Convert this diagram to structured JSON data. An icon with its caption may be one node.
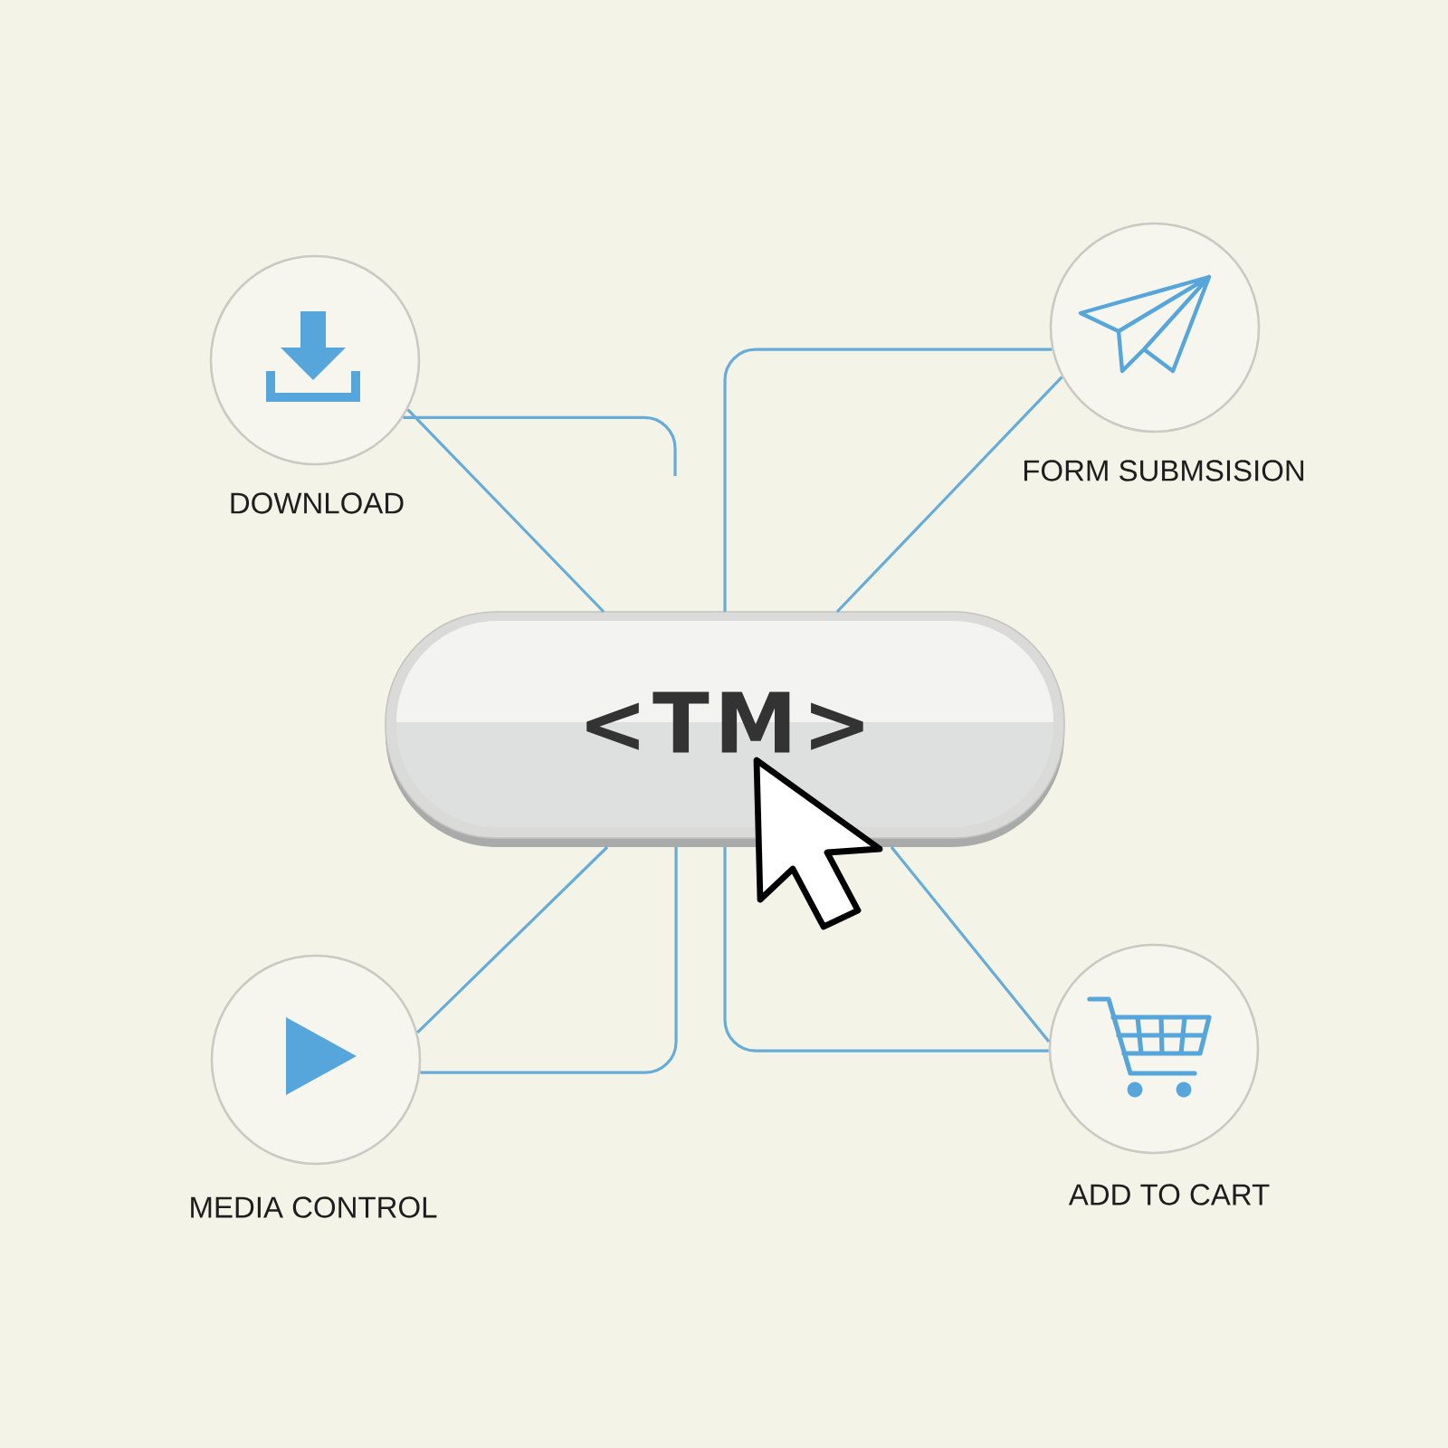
{
  "diagram": {
    "nodes": [
      {
        "text": [
          "DOWNLOAD"
        ]
      },
      {
        "text": [
          "FORM SUBMSISION"
        ]
      },
      {
        "text": [
          "<TM>"
        ]
      },
      {
        "text": [
          "MEDIA CONTROL"
        ]
      },
      {
        "text": [
          "ADD TO CART"
        ]
      }
    ],
    "edges": [
      {
        "from": 0,
        "to": 2,
        "arrow": "none"
      },
      {
        "from": 0,
        "to": null,
        "arrow": "none"
      },
      {
        "from": 1,
        "to": 2,
        "arrow": "none"
      },
      {
        "from": 1,
        "to": 2,
        "arrow": "none"
      },
      {
        "from": 3,
        "to": 2,
        "arrow": "none"
      },
      {
        "from": 3,
        "to": 2,
        "arrow": "none"
      },
      {
        "from": 4,
        "to": 2,
        "arrow": "none"
      },
      {
        "from": 4,
        "to": 2,
        "arrow": "none"
      }
    ]
  }
}
